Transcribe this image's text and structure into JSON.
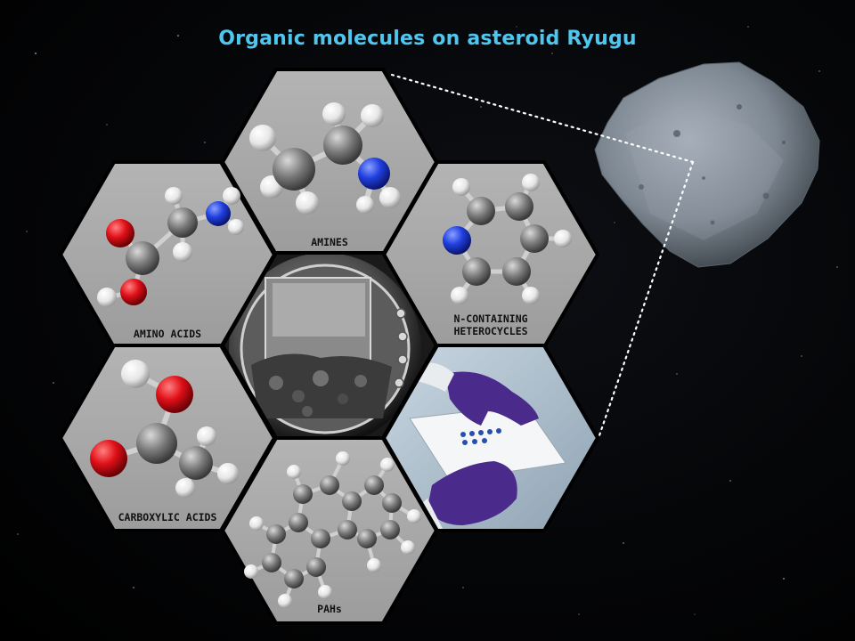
{
  "title": "Organic molecules on asteroid Ryugu",
  "labels": {
    "amines": "AMINES",
    "amino_acids": "AMINO ACIDS",
    "n_heterocycles_line1": "N-CONTAINING",
    "n_heterocycles_line2": "HETEROCYCLES",
    "carboxylic_acids": "CARBOXYLIC ACIDS",
    "pahs": "PAHs"
  },
  "colors": {
    "title": "#4fc6ee",
    "carbon": "#7a7a7a",
    "hydrogen": "#f2f2f2",
    "oxygen": "#d8121a",
    "nitrogen": "#1f3fd8",
    "hex_fill": "#a8a8a8",
    "glove": "#4a2a8a"
  }
}
